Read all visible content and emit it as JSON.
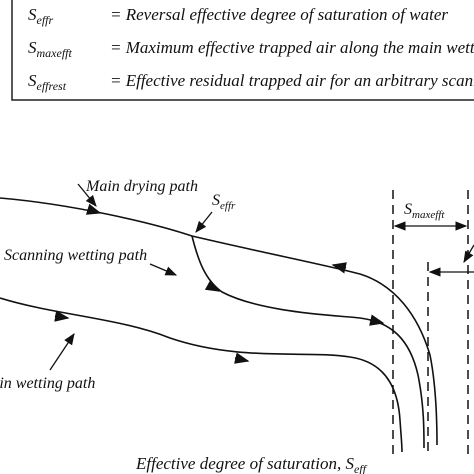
{
  "legend": {
    "rows": [
      {
        "symbol": "S",
        "sub": "effr",
        "desc": "= Reversal effective degree of saturation of water"
      },
      {
        "symbol": "S",
        "sub": "maxefft",
        "desc": "= Maximum effective trapped air along the main wetting path"
      },
      {
        "symbol": "S",
        "sub": "effrest",
        "desc": "= Effective residual trapped air for an arbitrary scanning path"
      }
    ]
  },
  "labels": {
    "main_drying": "Main drying path",
    "scanning_wetting": "Scanning wetting path",
    "main_wetting": "Main wetting path",
    "seffr_symbol": "S",
    "seffr_sub": "effr",
    "smaxefft_symbol": "S",
    "smaxefft_sub": "maxefft"
  },
  "axis": {
    "xlabel": "Effective degree of saturation, S",
    "xlabel_sub": "eff"
  }
}
